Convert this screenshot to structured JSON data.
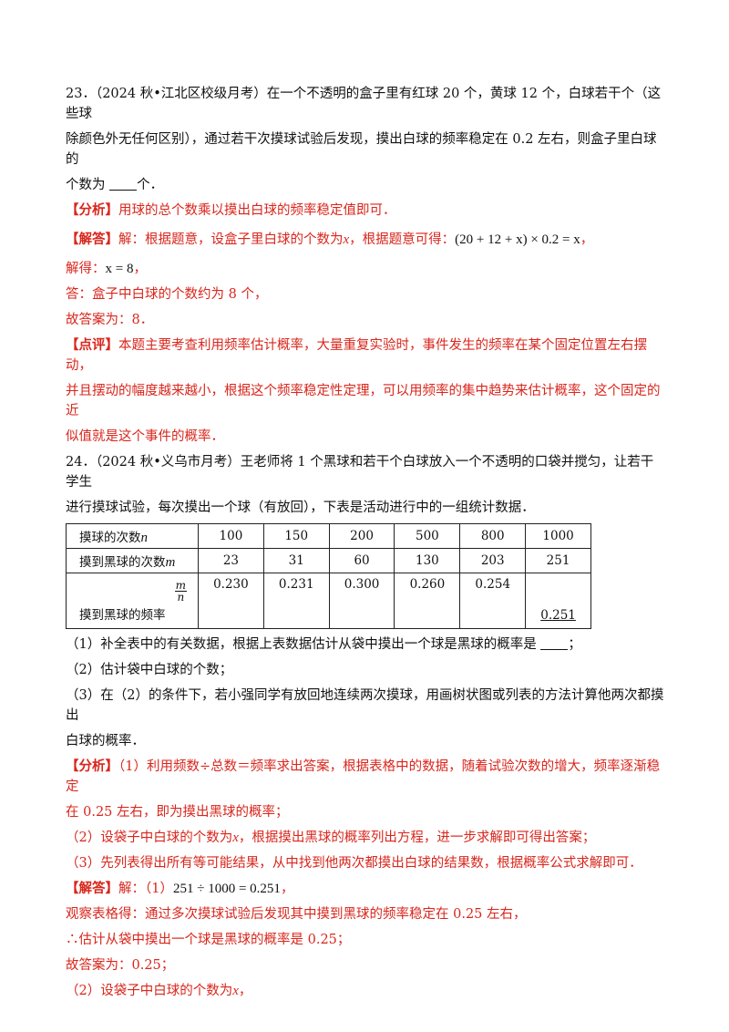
{
  "q23": {
    "line1": "23．（2024 秋•江北区校级月考）在一个不透明的盒子里有红球 20 个，黄球 12 个，白球若干个（这些球",
    "line2": "除颜色外无任何区别），通过若干次摸球试验后发现，摸出白球的频率稳定在 0.2 左右，则盒子里白球的",
    "line3_pre": "个数为",
    "line3_post": "个．",
    "analysis_tag": "【分析】",
    "analysis": "用球的总个数乘以摸出白球的频率稳定值即可．",
    "answer_tag": "【解答】",
    "answer_pre": "解：根据题意，设盒子里白球的个数为",
    "answer_var": "x",
    "answer_mid": "，根据题意可得：",
    "eq1": "(20 + 12 + x) × 0.2 = x",
    "eq1_end": "，",
    "solve_pre": "解得：",
    "eq2": "x = 8",
    "solve_end": "，",
    "reply": "答：盒子中白球的个数约为 8 个，",
    "final": "故答案为：8．",
    "comment_tag": "【点评】",
    "comment1": "本题主要考查利用频率估计概率，大量重复实验时，事件发生的频率在某个固定位置左右摆动，",
    "comment2": "并且摆动的幅度越来越小，根据这个频率稳定性定理，可以用频率的集中趋势来估计概率，这个固定的近",
    "comment3": "似值就是这个事件的概率．"
  },
  "q24": {
    "line1": "24．（2024 秋•义乌市月考）王老师将 1 个黑球和若干个白球放入一个不透明的口袋并搅匀，让若干学生",
    "line2": "进行摸球试验，每次摸出一个球（有放回），下表是活动进行中的一组统计数据．",
    "table": {
      "row1_label": "摸球的次数",
      "row1_var": "n",
      "row2_label": "摸到黑球的次数",
      "row2_var": "m",
      "row3_label": "摸到黑球的频率",
      "row3_num": "m",
      "row3_den": "n",
      "n_values": [
        "100",
        "150",
        "200",
        "500",
        "800",
        "1000"
      ],
      "m_values": [
        "23",
        "31",
        "60",
        "130",
        "203",
        "251"
      ],
      "freq_values": [
        "0.230",
        "0.231",
        "0.300",
        "0.260",
        "0.254",
        "0.251"
      ]
    },
    "part1": "（1）补全表中的有关数据，根据上表数据估计从袋中摸出一个球是黑球的概率是",
    "part1_end": "；",
    "part2": "（2）估计袋中白球的个数；",
    "part3_1": "（3）在（2）的条件下，若小强同学有放回地连续两次摸球，用画树状图或列表的方法计算他两次都摸出",
    "part3_2": "白球的概率．",
    "analysis_tag": "【分析】",
    "analysis1": "（1）利用频数÷总数＝频率求出答案，根据表格中的数据，随着试验次数的增大，频率逐渐稳定",
    "analysis2": "在 0.25 左右，即为摸出黑球的概率；",
    "analysis3_pre": "（2）设袋子中白球的个数为",
    "analysis3_var": "x",
    "analysis3_post": "，根据摸出黑球的概率列出方程，进一步求解即可得出答案；",
    "analysis4": "（3）先列表得出所有等可能结果，从中找到他两次都摸出白球的结果数，根据概率公式求解即可．",
    "answer_tag": "【解答】",
    "answer_pre": "解：（1）",
    "eq": "251 ÷ 1000 = 0.251",
    "eq_end": "，",
    "obs": "观察表格得：通过多次摸球试验后发现其中摸到黑球的频率稳定在 0.25 左右，",
    "est": "∴估计从袋中摸出一个球是黑球的概率是 0.25；",
    "final": "故答案为：0.25；",
    "part2_pre": "（2）设袋子中白球的个数为",
    "part2_var": "x",
    "part2_end": "，"
  }
}
